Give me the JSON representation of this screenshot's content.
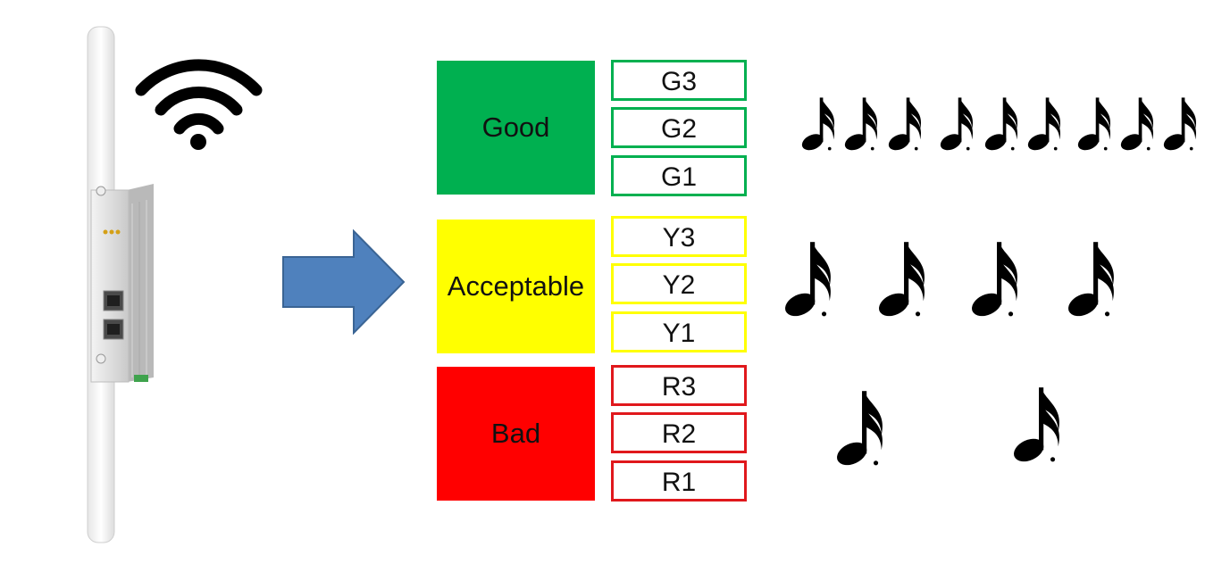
{
  "device": {
    "image": "wireless-access-point-device",
    "icon": "wifi-icon"
  },
  "arrow": {
    "icon": "arrow-right-icon",
    "color": "#4F81BD"
  },
  "categories": [
    {
      "label": "Good",
      "color": "#00B050",
      "levels": [
        "G3",
        "G2",
        "G1"
      ],
      "border_color": "#00B050",
      "notes": 9
    },
    {
      "label": "Acceptable",
      "color": "#FFFF00",
      "levels": [
        "Y3",
        "Y2",
        "Y1"
      ],
      "border_color": "#FFFF00",
      "notes": 4
    },
    {
      "label": "Bad",
      "color": "#FF0000",
      "levels": [
        "R3",
        "R2",
        "R1"
      ],
      "border_color": "#E0181C",
      "notes": 2
    }
  ],
  "note_icon": "music-note-icon"
}
